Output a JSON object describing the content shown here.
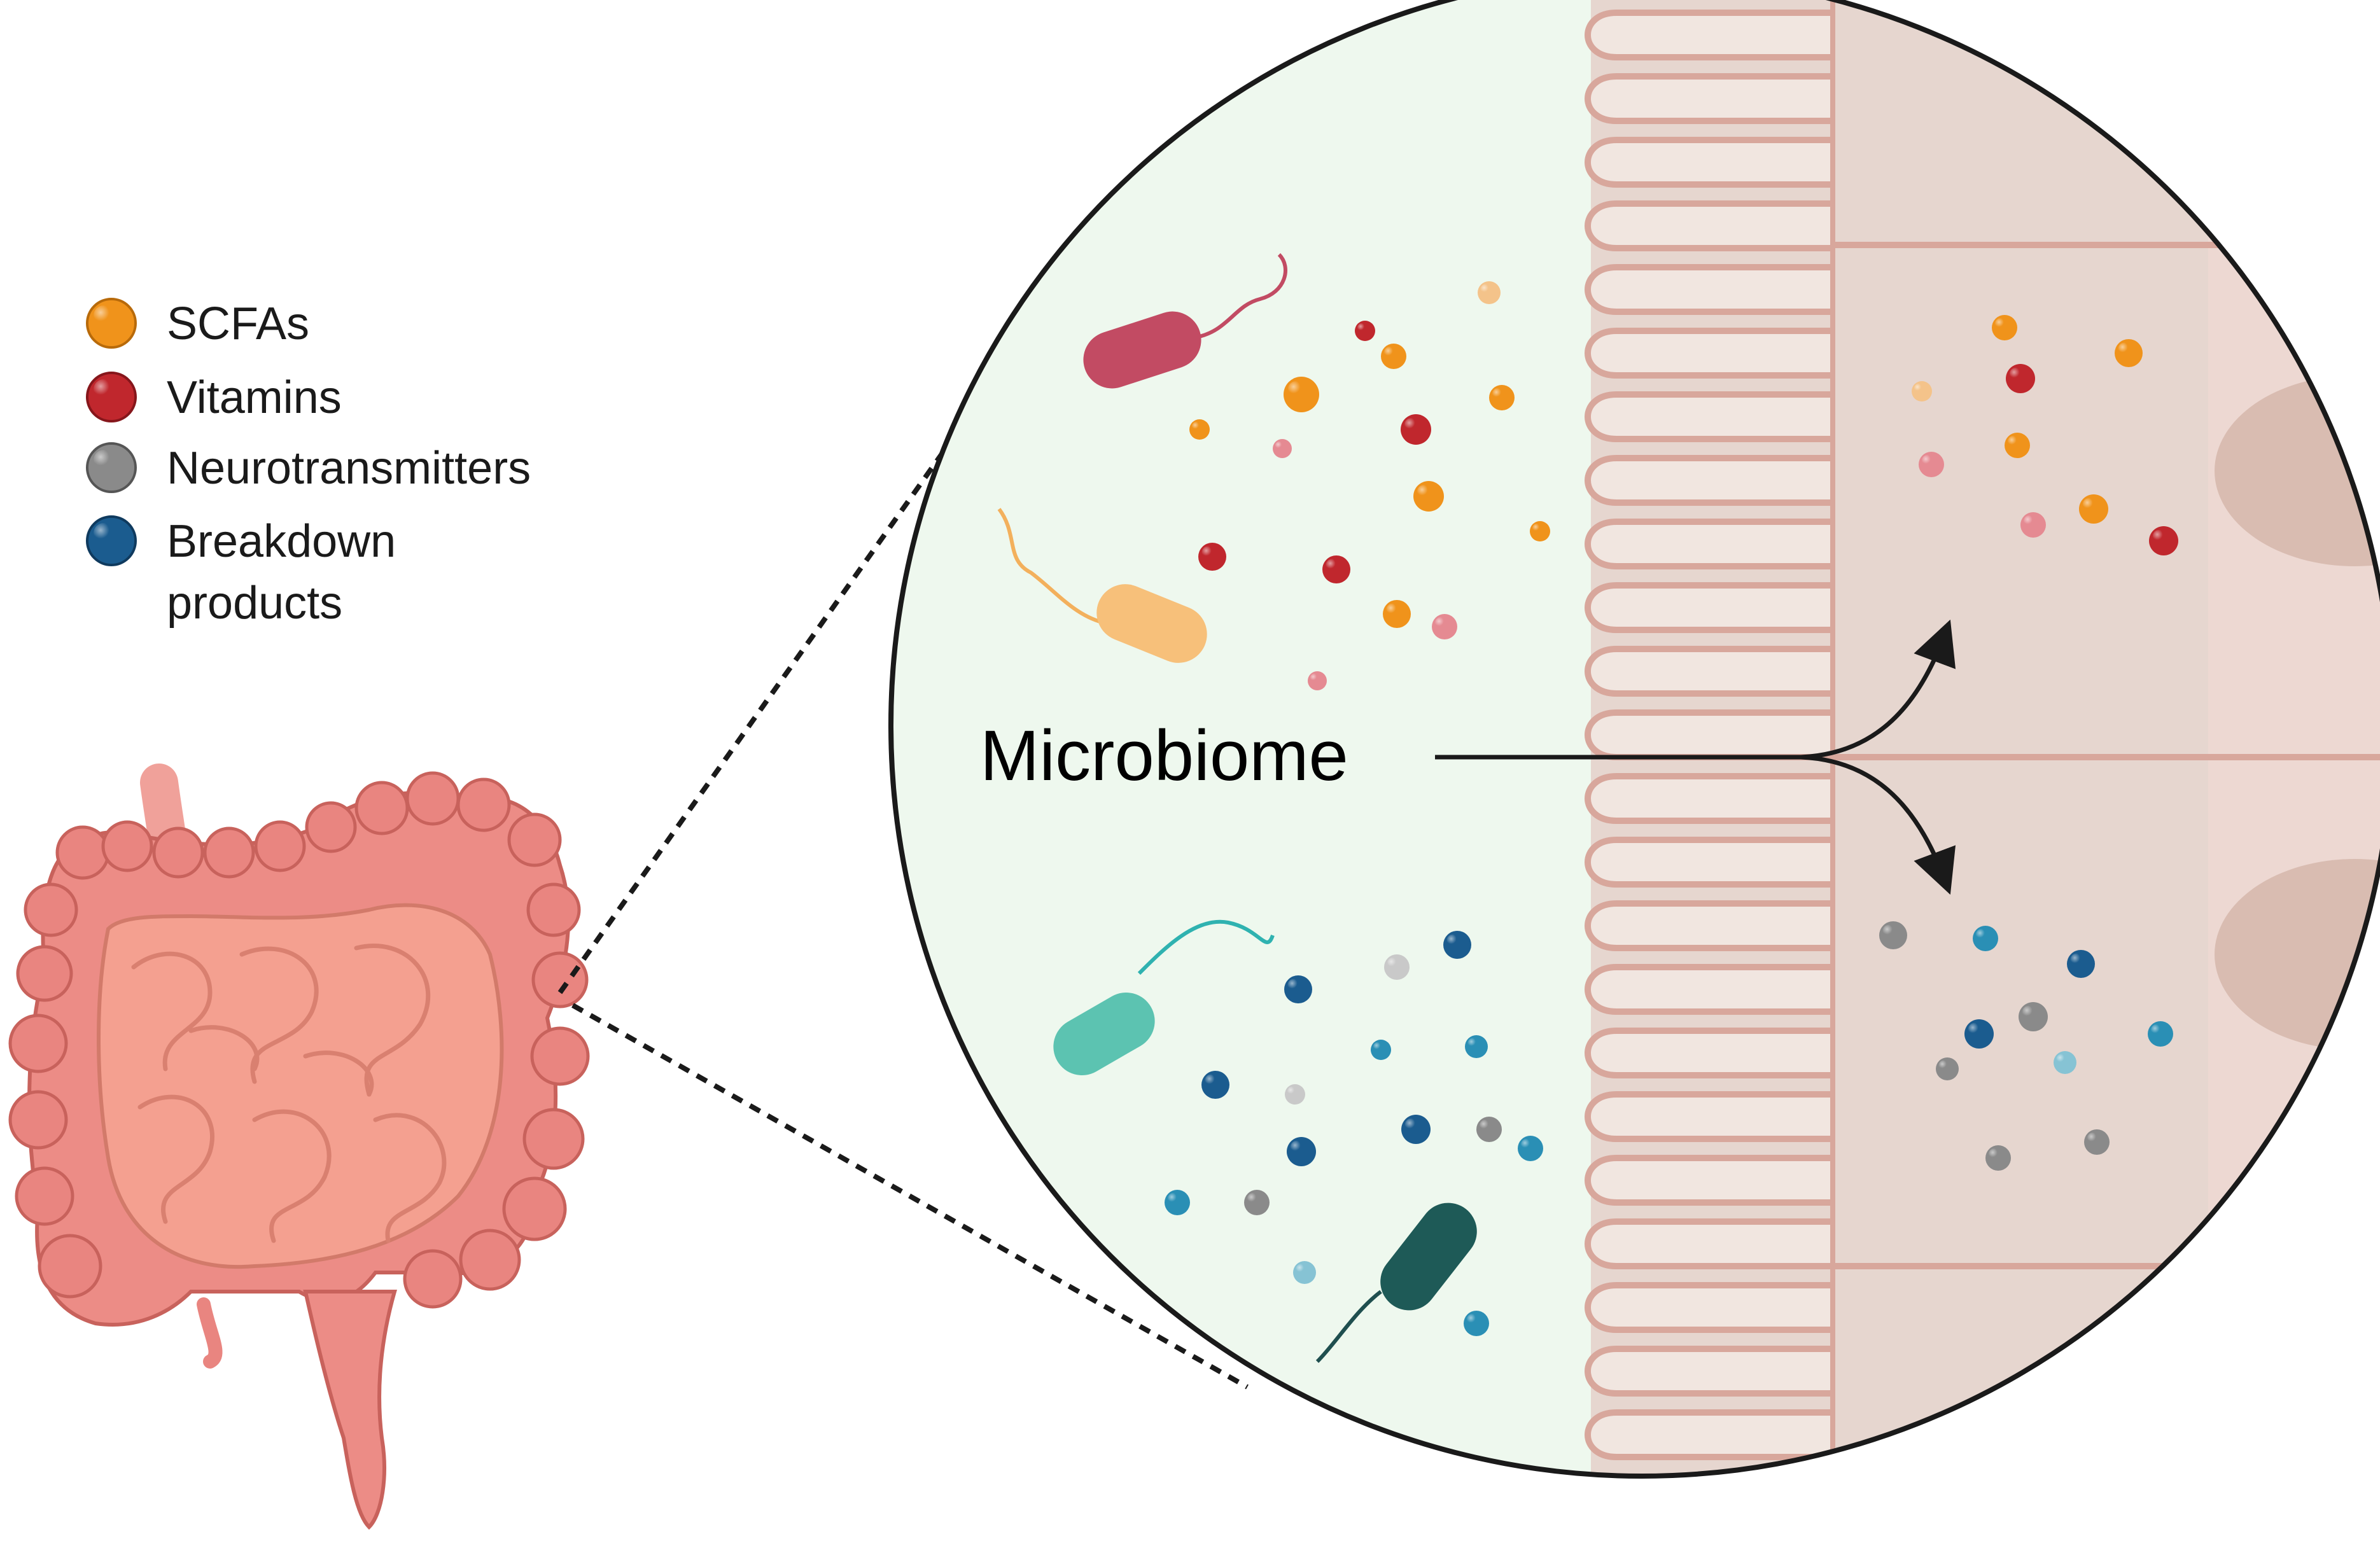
{
  "legend": {
    "items": [
      {
        "label": "SCFAs",
        "color": "#f0931b"
      },
      {
        "label": "Vitamins",
        "color": "#c0272d"
      },
      {
        "label": "Neurotransmitters",
        "color": "#8a8a8a"
      },
      {
        "label": "Breakdown",
        "label2": "products",
        "color": "#1b5c8f"
      }
    ]
  },
  "diagram": {
    "label": "Microbiome"
  },
  "colors": {
    "lumen": "#eef8ee",
    "tissue": "#e6d6cf",
    "villi_stroke": "#d8a79c",
    "intestine": "#ec8c86",
    "small_intestine": "#f4a090",
    "arrow": "#1a1a1a"
  }
}
